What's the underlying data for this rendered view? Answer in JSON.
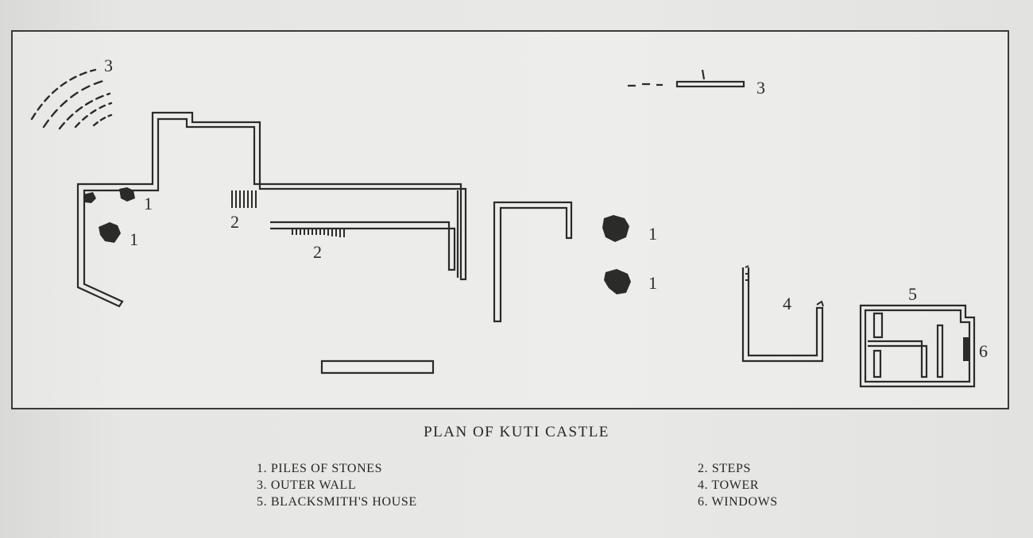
{
  "figure": {
    "caption": "PLAN OF KUTI CASTLE",
    "legend": [
      {
        "num": "1.",
        "text": "PILES OF STONES"
      },
      {
        "num": "2.",
        "text": "STEPS"
      },
      {
        "num": "3.",
        "text": "OUTER WALL"
      },
      {
        "num": "4.",
        "text": "TOWER"
      },
      {
        "num": "5.",
        "text": "BLACKSMITH'S HOUSE"
      },
      {
        "num": "6.",
        "text": "WINDOWS"
      }
    ],
    "plan_labels": {
      "outer_wall_nw": "3",
      "outer_wall_ne": "3",
      "stones_a": "1",
      "stones_b": "1",
      "stones_c": "1",
      "stones_d": "1",
      "steps_a": "2",
      "steps_b": "2",
      "tower": "4",
      "blacksmith": "5",
      "windows": "6"
    }
  }
}
